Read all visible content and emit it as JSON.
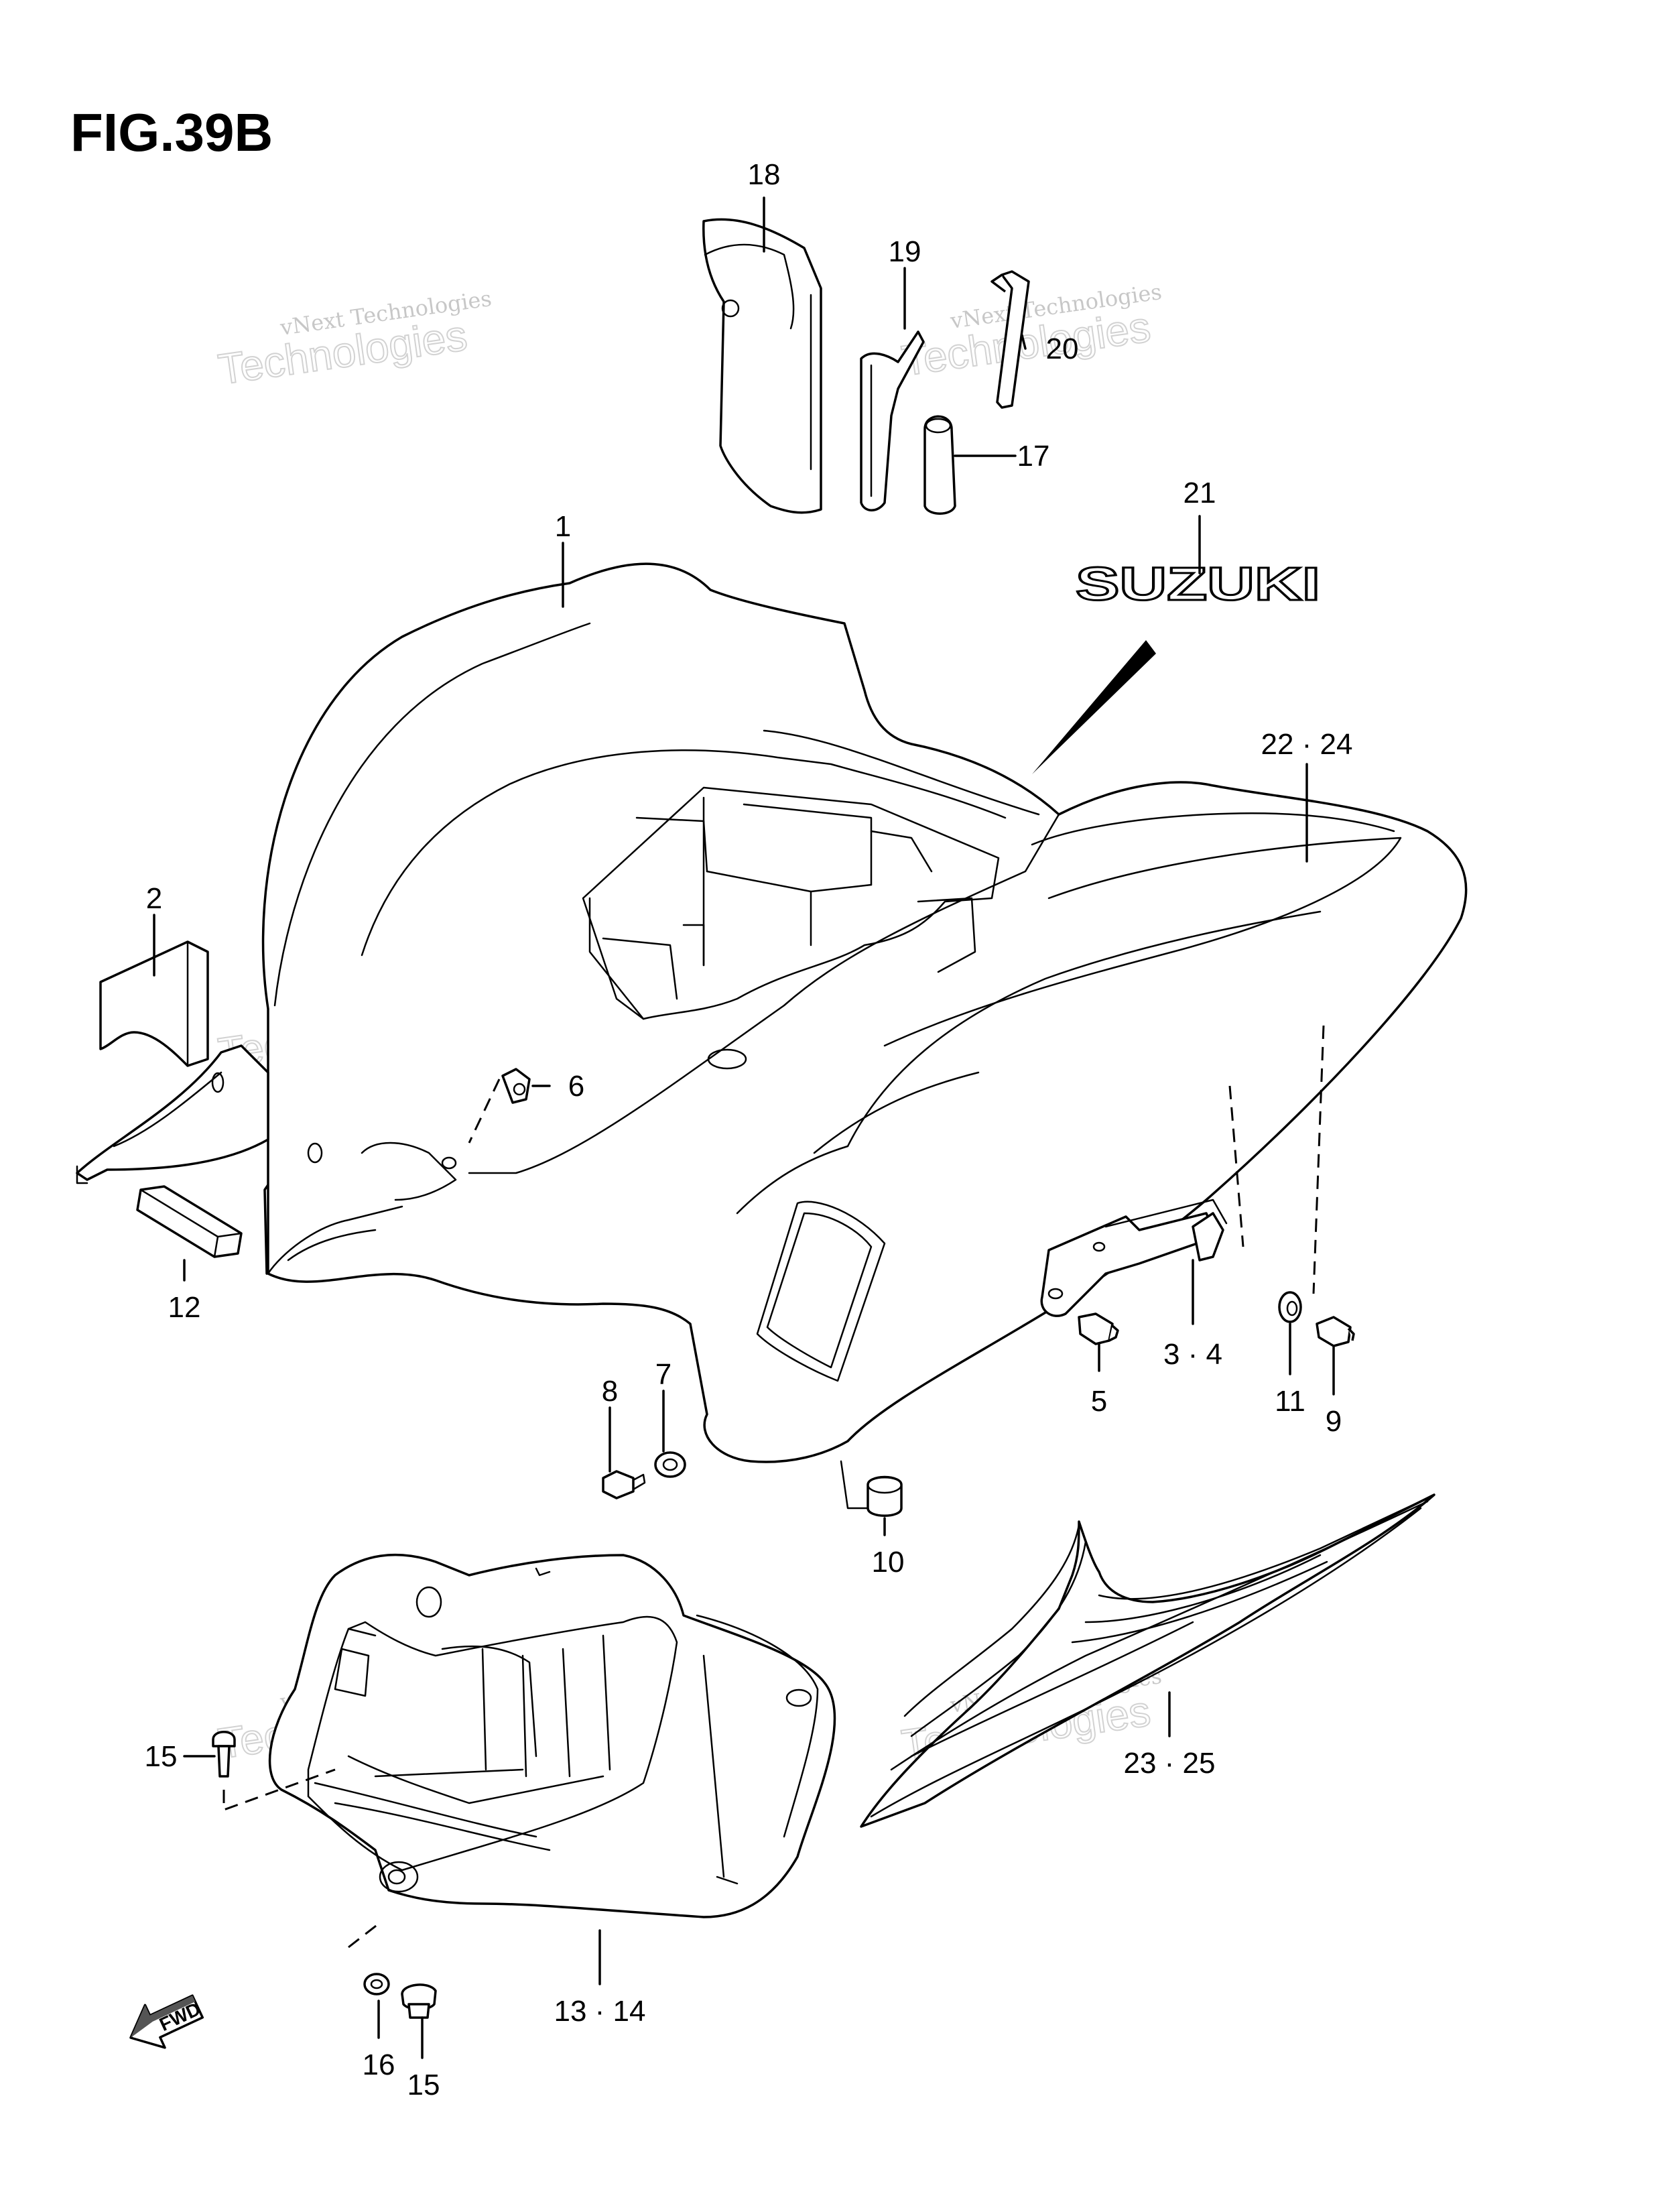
{
  "figure_title": "FIG.39B",
  "brand_decal_text": "SUZUKI",
  "fwd_arrow_text": "FWD",
  "watermark": {
    "line1": "vNext Technologies",
    "line2": "vNext",
    "line3": "Technologies"
  },
  "callouts": {
    "c1": "1",
    "c2": "2",
    "c3_4": "3 · 4",
    "c5": "5",
    "c6": "6",
    "c7": "7",
    "c8": "8",
    "c9": "9",
    "c10": "10",
    "c11": "11",
    "c12": "12",
    "c13_14": "13 · 14",
    "c15a": "15",
    "c15b": "15",
    "c16": "16",
    "c17": "17",
    "c18": "18",
    "c19": "19",
    "c20": "20",
    "c21": "21",
    "c22_24": "22 · 24",
    "c23_25": "23 · 25"
  }
}
